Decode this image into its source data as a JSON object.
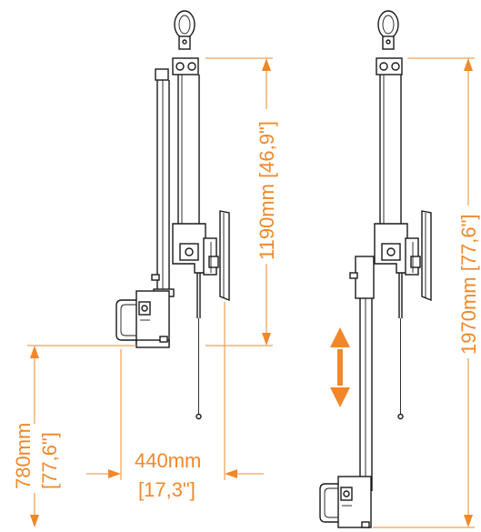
{
  "dimensions": {
    "height_upper": "1190mm [46,9\"]",
    "height_total": "1970mm [77,6\"]",
    "extension_mm": "780mm",
    "extension_in": "[77,6\"]",
    "width_mm": "440mm",
    "width_in": "[17,3\"]"
  },
  "colors": {
    "dimension": "#f0882a",
    "drawing": "#1a1a1a"
  }
}
